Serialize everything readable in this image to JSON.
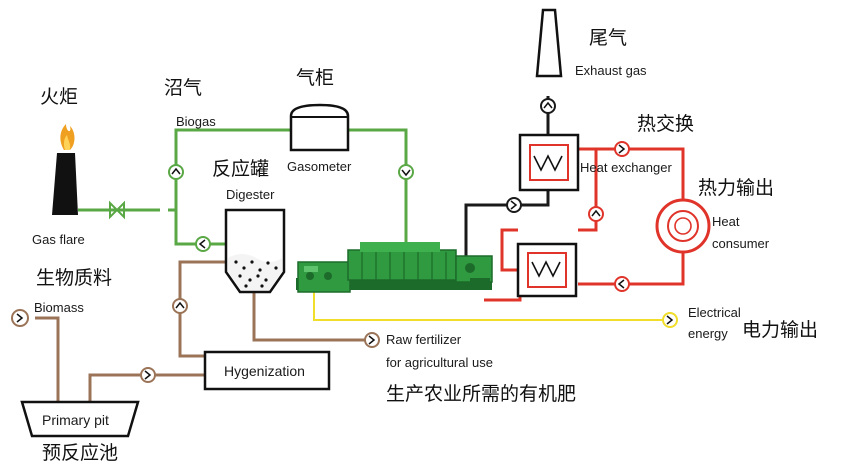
{
  "labels": {
    "flare_cn": "火炬",
    "biogas_cn": "沼气",
    "biogas_en": "Biogas",
    "gasometer_cn": "气柜",
    "gasometer_en": "Gasometer",
    "digester_cn": "反应罐",
    "digester_en": "Digester",
    "gas_flare_en": "Gas flare",
    "biomass_cn": "生物质料",
    "biomass_en": "Biomass",
    "primary_pit_en": "Primary pit",
    "primary_pit_cn": "预反应池",
    "hygenization_en": "Hygenization",
    "raw_fertilizer_en_1": "Raw fertilizer",
    "raw_fertilizer_en_2": "for agricultural use",
    "fertilizer_cn": "生产农业所需的有机肥",
    "exhaust_cn": "尾气",
    "exhaust_en": "Exhaust gas",
    "heat_exchange_cn": "热交换",
    "heat_exchanger_en": "Heat exchanger",
    "heat_output_cn": "热力输出",
    "heat_consumer_en_1": "Heat",
    "heat_consumer_en_2": "consumer",
    "electrical_en_1": "Electrical",
    "electrical_en_2": "energy",
    "power_output_cn": "电力输出"
  },
  "colors": {
    "biogas_line": "#5aa845",
    "biomass_line": "#9b7458",
    "hot_water_line": "#e0342a",
    "exhaust_line": "#1a1a1a",
    "electric_line": "#f0de2a",
    "engine_body": "#2f9a3f",
    "engine_dark": "#1d6b2b",
    "flame": "#f0a020"
  },
  "icons": [
    "pump-arrow-icon",
    "valve-icon",
    "flame-icon",
    "chimney-icon",
    "tank-icon",
    "heat-exchanger-icon",
    "heat-consumer-coil-icon",
    "engine-icon"
  ]
}
